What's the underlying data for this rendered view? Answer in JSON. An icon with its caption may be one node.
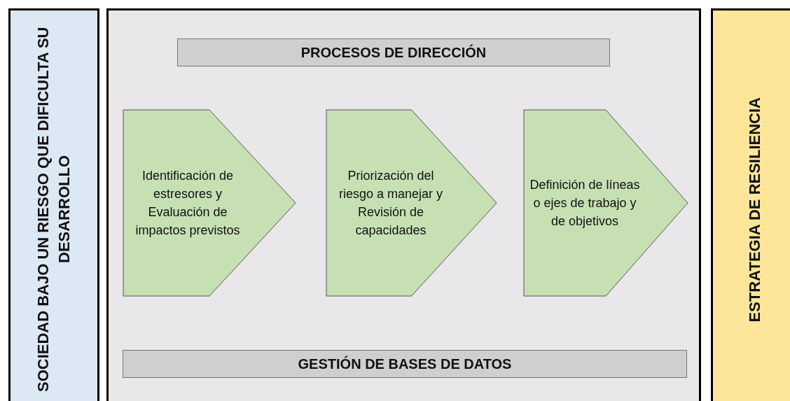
{
  "diagram": {
    "nodes": [
      {
        "text": [
          "SOCIEDAD BAJO UN RIESGO QUE DIFICULTA SU DESARROLLO"
        ]
      },
      {
        "text": [],
        "shape": "box"
      },
      {
        "text": [
          "PROCESOS DE DIRECCIÓN"
        ],
        "in": 1
      },
      {
        "text": [
          "Identificación de estresores y Evaluación de impactos previstos"
        ],
        "in": 1
      },
      {
        "text": [
          "Priorización del riesgo a manejar y Revisión de capacidades"
        ],
        "in": 1
      },
      {
        "text": [
          "Definición de líneas o ejes de trabajo y de objetivos"
        ],
        "in": 1
      },
      {
        "text": [
          "GESTIÓN DE BASES DE DATOS"
        ],
        "in": 1
      },
      {
        "text": [
          "ESTRATEGIA DE RESILIENCIA"
        ]
      }
    ]
  }
}
